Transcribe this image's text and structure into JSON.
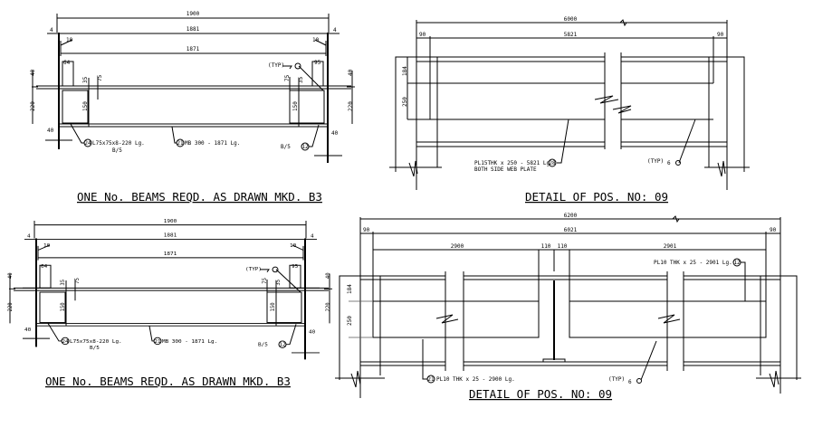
{
  "beams": [
    {
      "dim_overall": "1900",
      "dim_mid": "1881",
      "dim_inner": "1871",
      "dim_end_left": "4",
      "dim_end_right": "4",
      "dim_gap_left": "10",
      "dim_gap_right": "10",
      "dim_angle_left": "64",
      "dim_angle_right": "95",
      "dim_40": "40",
      "dim_220": "220",
      "dim_150": "150",
      "dim_35": "35",
      "dim_75": "75",
      "typ": "(TYP)",
      "angle_mark": "24",
      "angle_label": "L75x75x8-220 Lg.",
      "angle_sub": "B/5",
      "beam_mark": "21",
      "beam_label": "MB 300 - 1871 Lg.",
      "bolt_label": "B/5",
      "bolt_mark": "12"
    },
    {
      "dim_overall": "1900",
      "dim_mid": "1881",
      "dim_inner": "1871",
      "dim_end_left": "4",
      "dim_end_right": "4",
      "dim_gap_left": "10",
      "dim_gap_right": "10",
      "dim_angle_left": "64",
      "dim_angle_right": "95",
      "dim_40": "40",
      "dim_220": "220",
      "dim_150": "150",
      "dim_35": "35",
      "dim_75": "75",
      "typ": "(TYP)",
      "angle_mark": "24",
      "angle_label": "L75x75x8-220 Lg.",
      "angle_sub": "B/5",
      "beam_mark": "21",
      "beam_label": "MB 300 - 1871 Lg.",
      "bolt_label": "B/5",
      "bolt_mark": "12"
    }
  ],
  "titles": {
    "beam_top": "ONE No. BEAMS REQD. AS DRAWN MKD. B3",
    "beam_bottom": "ONE No. BEAMS REQD. AS DRAWN MKD. B3",
    "detail_top": "DETAIL OF POS. NO: 09",
    "detail_bottom": "DETAIL OF POS. NO: 09"
  },
  "detail_top": {
    "dim_overall": "6000",
    "dim_end_left": "90",
    "dim_mid": "5821",
    "dim_end_right": "90",
    "dim_184": "184",
    "dim_250": "250",
    "plate_label": "PL15THK x 250 - 5821 Lg",
    "plate_mark": "28",
    "plate_sub": "BOTH SIDE WEB PLATE",
    "typ": "(TYP)",
    "weld": "6"
  },
  "detail_bottom": {
    "dim_overall": "6200",
    "dim_end_left": "90",
    "dim_mid": "6021",
    "dim_end_right": "90",
    "dim_left_seg": "2900",
    "dim_110a": "110",
    "dim_110b": "110",
    "dim_right_seg": "2901",
    "dim_184": "184",
    "dim_250": "250",
    "plate_top_label": "PL10 THK x 25 - 2901 Lg.",
    "plate_top_mark": "12",
    "plate_bot_label": "PL10 THK x 25 - 2900 Lg.",
    "plate_bot_mark": "21",
    "typ": "(TYP)",
    "weld": "6"
  }
}
